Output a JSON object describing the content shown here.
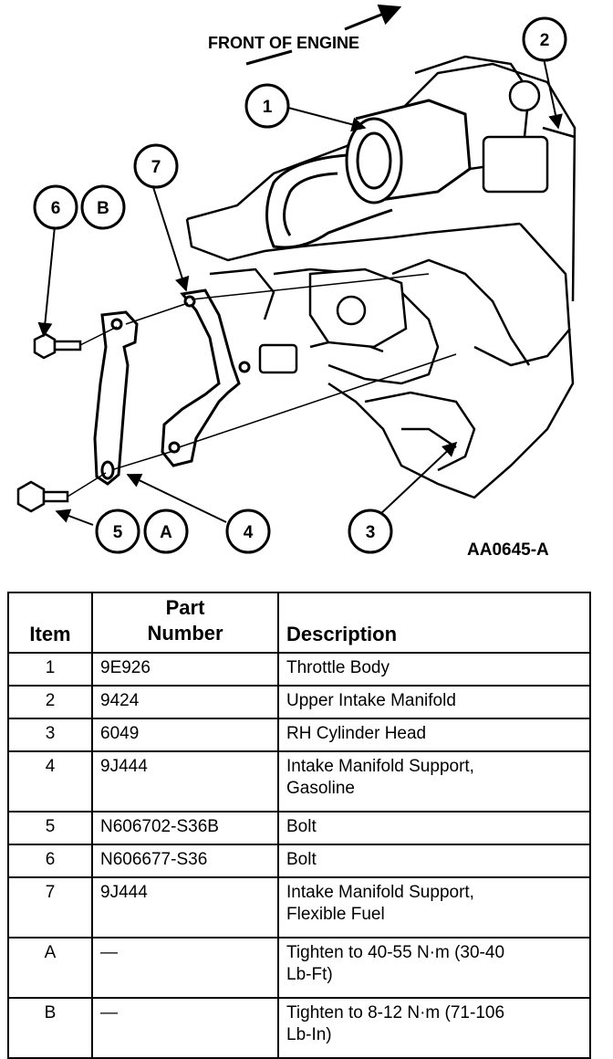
{
  "diagram": {
    "orientation_label": "FRONT OF ENGINE",
    "figure_code": "AA0645-A",
    "callouts": [
      "1",
      "2",
      "3",
      "4",
      "5",
      "6",
      "7",
      "A",
      "B"
    ]
  },
  "table": {
    "headers": {
      "item": "Item",
      "part_line1": "Part",
      "part_line2": "Number",
      "description": "Description"
    },
    "rows": [
      {
        "item": "1",
        "part": "9E926",
        "description": "Throttle Body"
      },
      {
        "item": "2",
        "part": "9424",
        "description": "Upper Intake Manifold"
      },
      {
        "item": "3",
        "part": "6049",
        "description": "RH Cylinder Head"
      },
      {
        "item": "4",
        "part": "9J444",
        "description": "Intake Manifold Support,",
        "description2": "Gasoline"
      },
      {
        "item": "5",
        "part": "N606702-S36B",
        "description": "Bolt"
      },
      {
        "item": "6",
        "part": "N606677-S36",
        "description": "Bolt"
      },
      {
        "item": "7",
        "part": "9J444",
        "description": "Intake Manifold Support,",
        "description2": "Flexible Fuel"
      },
      {
        "item": "A",
        "part": "—",
        "description": "Tighten to 40-55 N·m (30-40",
        "description2": "Lb-Ft)"
      },
      {
        "item": "B",
        "part": "—",
        "description": "Tighten to 8-12 N·m (71-106",
        "description2": "Lb-In)"
      }
    ]
  }
}
